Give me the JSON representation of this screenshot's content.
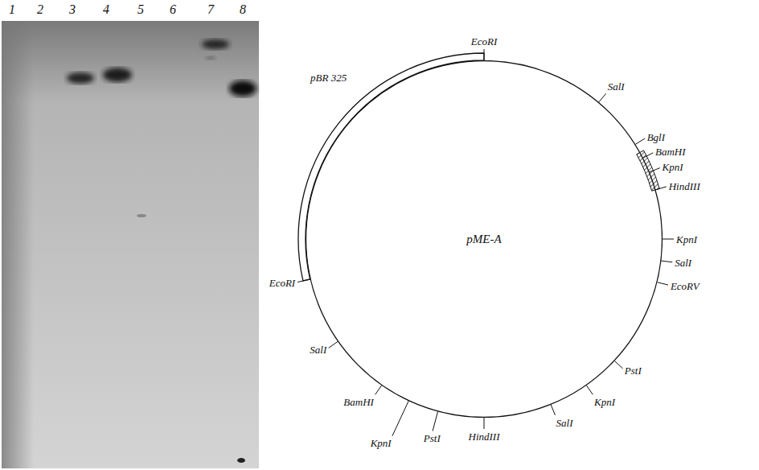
{
  "diagram": {
    "nodes": [
      {
        "text": [
          "pME-A"
        ]
      }
    ],
    "labels": [
      "1",
      "2",
      "3",
      "4",
      "5",
      "6",
      "7",
      "8",
      "pBR 325",
      "EcoRI",
      "SalI",
      "BglI",
      "BamHI",
      "KpnI",
      "HindIII",
      "KpnI",
      "SalI",
      "EcoRV",
      "PstI",
      "KpnI",
      "SalI",
      "HindIII",
      "PstI",
      "KpnI",
      "BamHI",
      "SalI",
      "EcoRI"
    ]
  }
}
